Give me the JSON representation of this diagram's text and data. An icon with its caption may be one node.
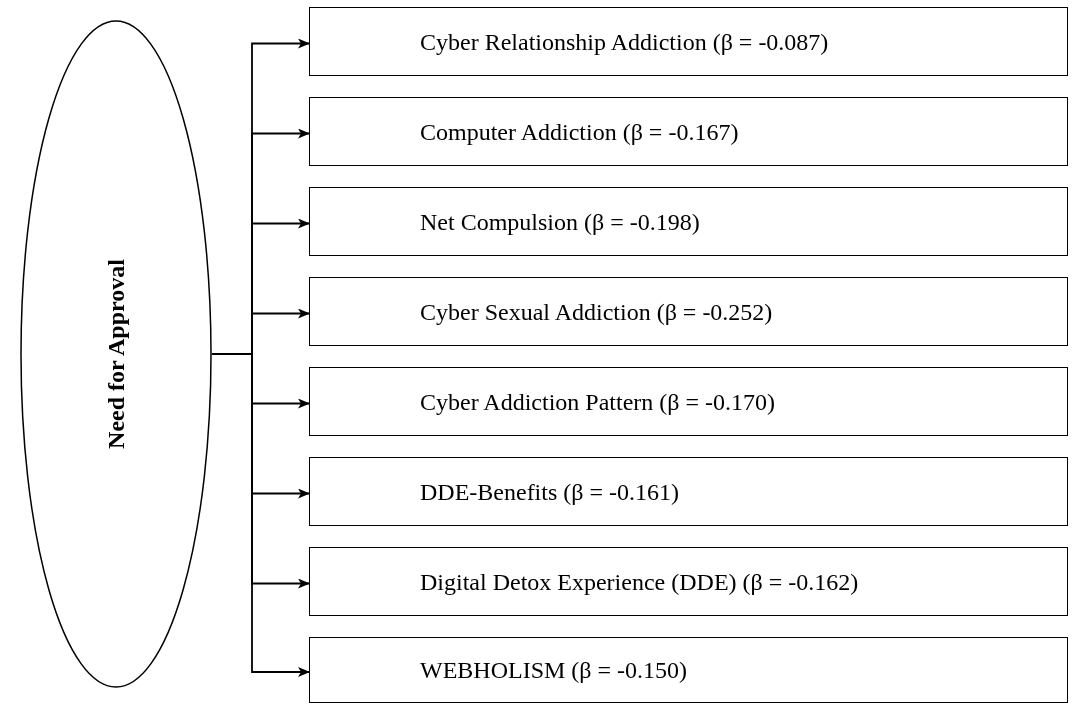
{
  "diagram": {
    "nodes": [
      {
        "text": [
          "Need for Approval"
        ]
      },
      {
        "text": [
          "Cyber Relationship Addiction (β = -0.087)"
        ]
      },
      {
        "text": [
          "Computer Addiction (β = -0.167)"
        ]
      },
      {
        "text": [
          "Net Compulsion (β = -0.198)"
        ]
      },
      {
        "text": [
          "Cyber Sexual Addiction (β = -0.252)"
        ]
      },
      {
        "text": [
          "Cyber Addiction Pattern (β = -0.170)"
        ]
      },
      {
        "text": [
          "DDE-Benefits (β = -0.161)"
        ]
      },
      {
        "text": [
          "Digital Detox Experience (DDE) (β = -0.162)"
        ]
      },
      {
        "text": [
          "WEBHOLISM (β = -0.150)"
        ]
      }
    ],
    "edges": [
      {
        "from": 0,
        "to": 1,
        "arrow": "to"
      },
      {
        "from": 0,
        "to": 2,
        "arrow": "to"
      },
      {
        "from": 0,
        "to": 3,
        "arrow": "to"
      },
      {
        "from": 0,
        "to": 4,
        "arrow": "to"
      },
      {
        "from": 0,
        "to": 5,
        "arrow": "to"
      },
      {
        "from": 0,
        "to": 6,
        "arrow": "to"
      },
      {
        "from": 0,
        "to": 7,
        "arrow": "to"
      },
      {
        "from": 0,
        "to": 8,
        "arrow": "to"
      }
    ]
  }
}
